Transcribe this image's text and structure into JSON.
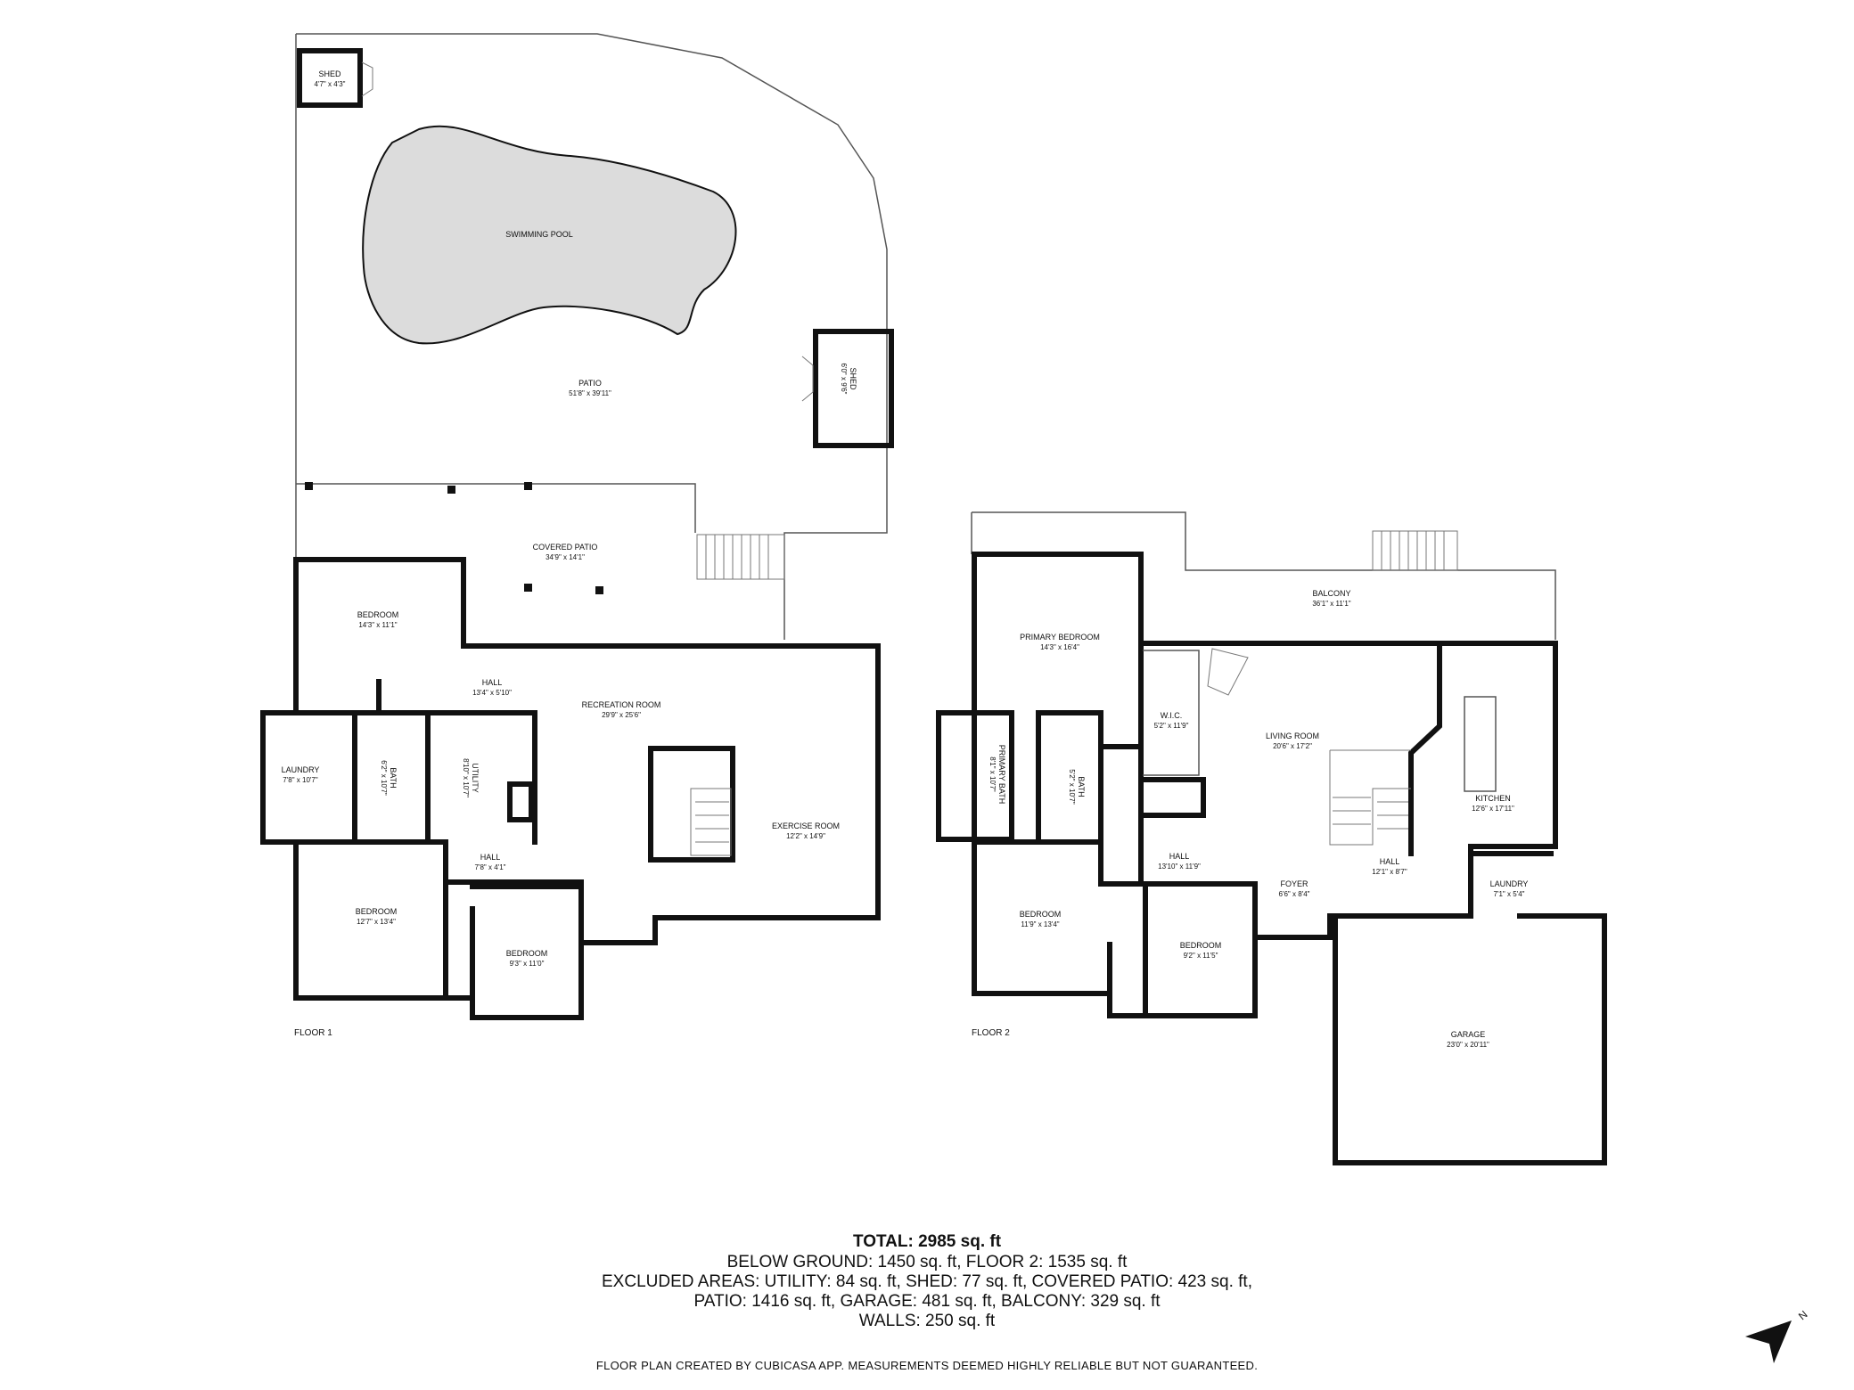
{
  "rooms": {
    "shed1": {
      "name": "SHED",
      "dim": "4'7\" x 4'3\""
    },
    "pool": {
      "name": "SWIMMING POOL"
    },
    "patio": {
      "name": "PATIO",
      "dim": "51'8\" x 39'11\""
    },
    "shed2": {
      "name": "SHED",
      "dim": "6'0\" x 9'6\""
    },
    "covered_patio": {
      "name": "COVERED PATIO",
      "dim": "34'9\" x 14'1\""
    },
    "f1_bedroom_a": {
      "name": "BEDROOM",
      "dim": "14'3\" x 11'1\""
    },
    "f1_hall_a": {
      "name": "HALL",
      "dim": "13'4\" x 5'10\""
    },
    "recreation": {
      "name": "RECREATION ROOM",
      "dim": "29'9\" x 25'6\""
    },
    "f1_laundry": {
      "name": "LAUNDRY",
      "dim": "7'8\" x 10'7\""
    },
    "f1_bath": {
      "name": "BATH",
      "dim": "6'2\" x 10'7\""
    },
    "utility": {
      "name": "UTILITY",
      "dim": "8'10\" x 10'7\""
    },
    "exercise": {
      "name": "EXERCISE ROOM",
      "dim": "12'2\" x 14'9\""
    },
    "f1_hall_b": {
      "name": "HALL",
      "dim": "7'8\" x 4'1\""
    },
    "f1_bedroom_b": {
      "name": "BEDROOM",
      "dim": "12'7\" x 13'4\""
    },
    "f1_bedroom_c": {
      "name": "BEDROOM",
      "dim": "9'3\" x 11'0\""
    },
    "balcony": {
      "name": "BALCONY",
      "dim": "36'1\" x 11'1\""
    },
    "primary_bedroom": {
      "name": "PRIMARY BEDROOM",
      "dim": "14'3\" x 16'4\""
    },
    "wic": {
      "name": "W.I.C.",
      "dim": "5'2\" x 11'9\""
    },
    "living": {
      "name": "LIVING ROOM",
      "dim": "20'6\" x 17'2\""
    },
    "primary_bath": {
      "name": "PRIMARY BATH",
      "dim": "8'1\" x 10'7\""
    },
    "f2_bath": {
      "name": "BATH",
      "dim": "5'2\" x 10'7\""
    },
    "kitchen": {
      "name": "KITCHEN",
      "dim": "12'6\" x 17'11\""
    },
    "f2_hall_a": {
      "name": "HALL",
      "dim": "13'10\" x 11'9\""
    },
    "f2_hall_b": {
      "name": "HALL",
      "dim": "12'1\" x 8'7\""
    },
    "f2_laundry": {
      "name": "LAUNDRY",
      "dim": "7'1\" x 5'4\""
    },
    "foyer": {
      "name": "FOYER",
      "dim": "6'6\" x 8'4\""
    },
    "f2_bedroom_a": {
      "name": "BEDROOM",
      "dim": "11'9\" x 13'4\""
    },
    "f2_bedroom_b": {
      "name": "BEDROOM",
      "dim": "9'2\" x 11'5\""
    },
    "garage": {
      "name": "GARAGE",
      "dim": "23'0\" x 20'11\""
    }
  },
  "floors": {
    "floor1": "FLOOR 1",
    "floor2": "FLOOR 2"
  },
  "summary": {
    "total": "TOTAL: 2985 sq. ft",
    "line1": "BELOW GROUND: 1450 sq. ft, FLOOR 2: 1535 sq. ft",
    "line2": "EXCLUDED AREAS: UTILITY: 84 sq. ft, SHED: 77 sq. ft, COVERED PATIO: 423 sq. ft,",
    "line3": "PATIO: 1416 sq. ft, GARAGE: 481 sq. ft, BALCONY: 329 sq. ft",
    "line4": "WALLS: 250 sq. ft",
    "footer": "FLOOR PLAN CREATED BY CUBICASA APP. MEASUREMENTS DEEMED HIGHLY RELIABLE BUT NOT GUARANTEED."
  },
  "compass": {
    "letter": "N",
    "icon": "north-arrow-icon"
  },
  "colors": {
    "wall": "#111111",
    "pool_fill": "#dcdcdc",
    "background": "#ffffff"
  }
}
